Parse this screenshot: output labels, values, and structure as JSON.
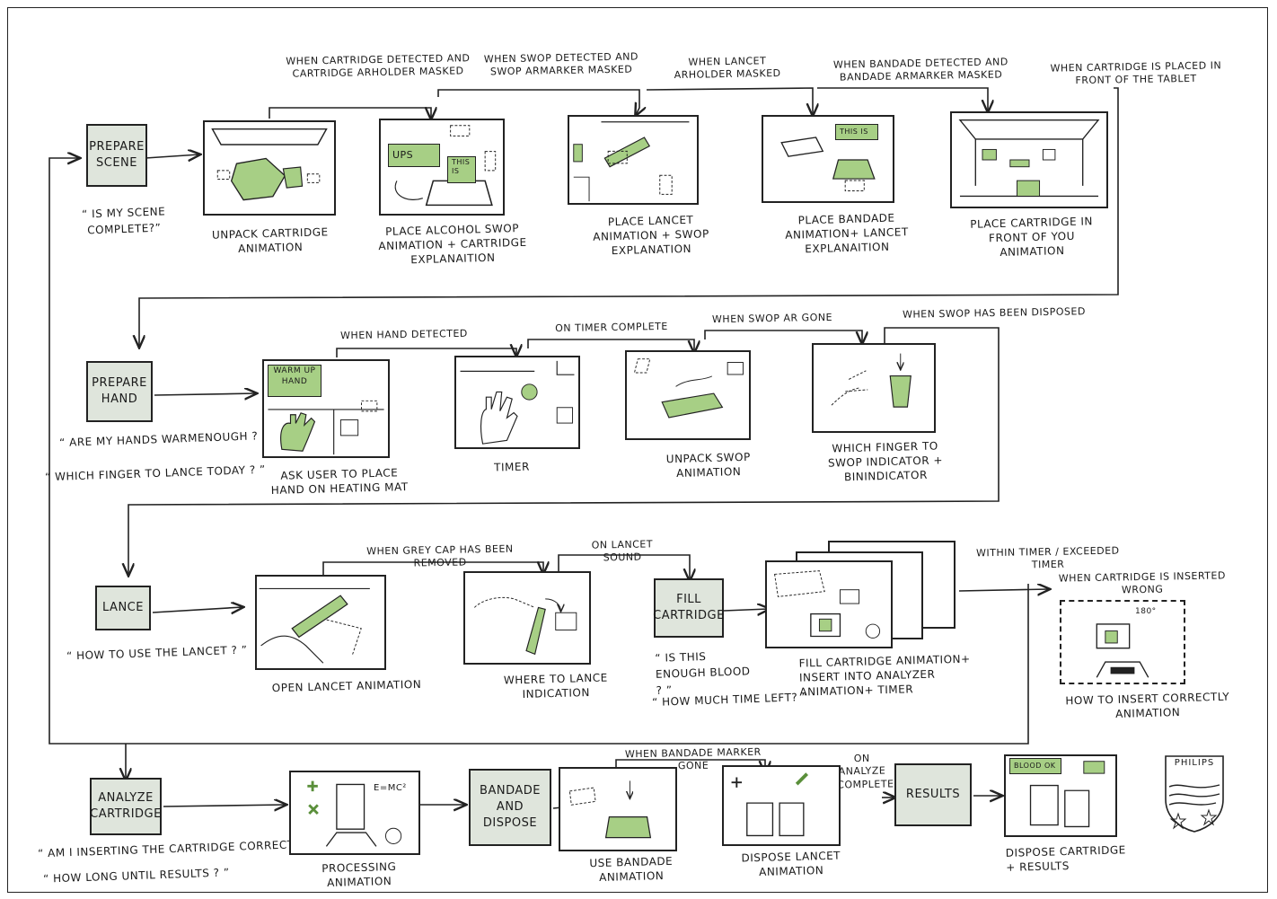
{
  "colors": {
    "accent_green": "#a7cf85",
    "state_fill": "#dfe5dc",
    "ink": "#1a1a1a"
  },
  "row1": {
    "state": "PREPARE SCENE",
    "question": "“ IS MY SCENE COMPLETE?”",
    "conditions": [
      "WHEN CARTRIDGE DETECTED AND CARTRIDGE ARHOLDER MASKED",
      "WHEN SWOP DETECTED AND SWOP ARMARKER MASKED",
      "WHEN LANCET ARHOLDER MASKED",
      "WHEN BANDADE DETECTED AND BANDADE ARMARKER MASKED",
      "WHEN CARTRIDGE IS PLACED IN FRONT OF THE TABLET"
    ],
    "screens": [
      {
        "caption": "UNPACK CARTRIDGE ANIMATION"
      },
      {
        "caption": "PLACE ALCOHOL SWOP ANIMATION + CARTRIDGE EXPLANAITION",
        "tag1": "UPS",
        "tag2": "THIS IS"
      },
      {
        "caption": "PLACE LANCET ANIMATION + SWOP EXPLANATION"
      },
      {
        "caption": "PLACE BANDADE ANIMATION+ LANCET EXPLANAITION",
        "tag1": "THIS IS"
      },
      {
        "caption": "PLACE CARTRIDGE IN FRONT OF YOU ANIMATION"
      }
    ]
  },
  "row2": {
    "state": "PREPARE HAND",
    "questions": [
      "“ ARE MY HANDS WARMENOUGH ? ”",
      "“ WHICH FINGER TO LANCE TODAY ? ”"
    ],
    "conditions": [
      "WHEN HAND DETECTED",
      "ON TIMER COMPLETE",
      "WHEN SWOP AR GONE",
      "WHEN SWOP HAS BEEN DISPOSED"
    ],
    "screens": [
      {
        "caption": "ASK USER TO PLACE HAND ON HEATING MAT",
        "tag1": "WARM UP HAND"
      },
      {
        "caption": "TIMER"
      },
      {
        "caption": "UNPACK SWOP ANIMATION"
      },
      {
        "caption": "WHICH FINGER TO SWOP INDICATOR + BININDICATOR"
      }
    ]
  },
  "row3": {
    "state": "LANCE",
    "question": "“ HOW TO USE THE LANCET ? ”",
    "conditions": [
      "WHEN GREY CAP HAS BEEN REMOVED",
      "ON LANCET SOUND",
      "WITHIN TIMER / EXCEEDED TIMER",
      "WHEN CARTRIDGE IS INSERTED WRONG"
    ],
    "state2": "FILL CARTRIDGE",
    "questions2": [
      "“ IS THIS ENOUGH BLOOD ? ”",
      "“ HOW MUCH TIME LEFT? ”"
    ],
    "screens": [
      {
        "caption": "OPEN LANCET ANIMATION"
      },
      {
        "caption": "WHERE TO LANCE INDICATION"
      },
      {
        "caption": "FILL CARTRIDGE ANIMATION+ INSERT INTO ANALYZER ANIMATION+ TIMER"
      },
      {
        "caption": "HOW TO INSERT CORRECTLY ANIMATION",
        "angle": "180°"
      }
    ]
  },
  "row4": {
    "state": "ANALYZE CARTRIDGE",
    "questions": [
      "“ AM I INSERTING THE CARTRIDGE CORRECT ? ”",
      "“ HOW LONG UNTIL RESULTS ? ”"
    ],
    "conditions": [
      "WHEN BANDADE MARKER GONE",
      "ON ANALYZE COMPLETE"
    ],
    "state2": "BANDADE AND DISPOSE",
    "state3": "RESULTS",
    "formula": "E=MC²",
    "screens": [
      {
        "caption": "PROCESSING ANIMATION"
      },
      {
        "caption": "USE BANDADE ANIMATION"
      },
      {
        "caption": "DISPOSE LANCET ANIMATION"
      },
      {
        "caption": "DISPOSE CARTRIDGE + RESULTS",
        "tag1": "BLOOD OK"
      }
    ]
  },
  "logo": {
    "text": "PHILIPS"
  }
}
